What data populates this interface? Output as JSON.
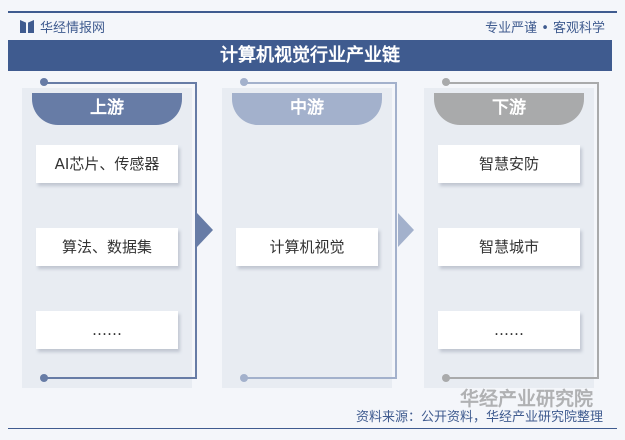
{
  "header": {
    "brand": "华经情报网",
    "slogan": "专业严谨 • 客观科学"
  },
  "title": "计算机视觉行业产业链",
  "colors": {
    "primary": "#3f5b8f",
    "upstream": "#677ca6",
    "midstream": "#a3b1cc",
    "downstream": "#a9aaab"
  },
  "columns": [
    {
      "label": "上游",
      "items": [
        "AI芯片、传感器",
        "算法、数据集",
        "……"
      ]
    },
    {
      "label": "中游",
      "items": [
        "计算机视觉"
      ]
    },
    {
      "label": "下游",
      "items": [
        "智慧安防",
        "智慧城市",
        "……"
      ]
    }
  ],
  "watermark": "华经产业研究院",
  "source": "资料来源：公开资料，华经产业研究院整理"
}
